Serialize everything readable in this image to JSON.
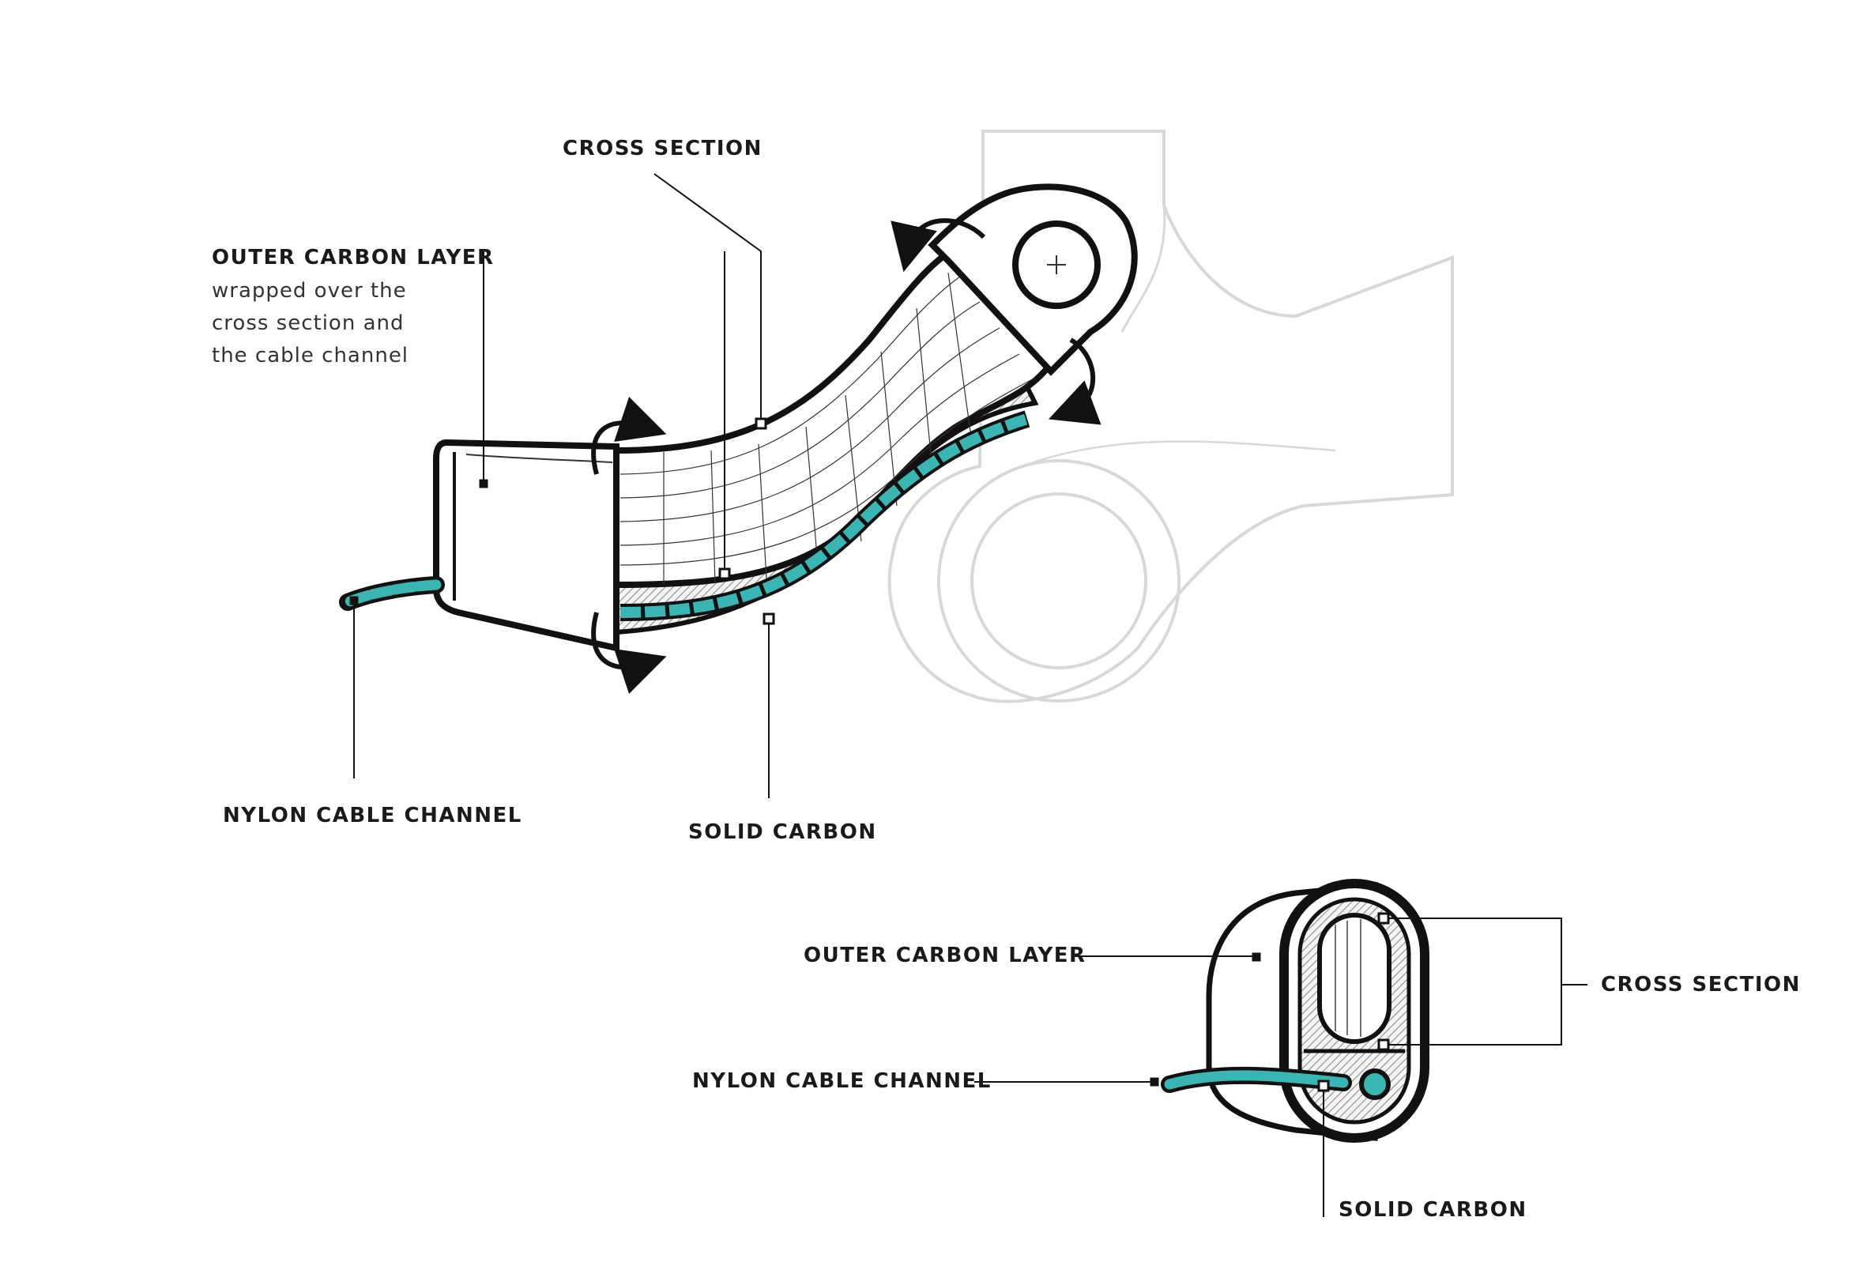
{
  "top_diagram": {
    "cross_section": "CROSS SECTION",
    "outer_carbon_layer": "OUTER CARBON LAYER",
    "outer_carbon_desc": [
      "wrapped over the",
      "cross section and",
      "the cable channel"
    ],
    "nylon_cable_channel": "NYLON CABLE CHANNEL",
    "solid_carbon": "SOLID CARBON"
  },
  "bottom_diagram": {
    "outer_carbon_layer": "OUTER CARBON LAYER",
    "nylon_cable_channel": "NYLON CABLE CHANNEL",
    "cross_section": "CROSS SECTION",
    "solid_carbon": "SOLID CARBON"
  },
  "colors": {
    "ink": "#111111",
    "teal": "#3ab5b3",
    "frame_gray": "#d6d6d6",
    "hatch_gray": "#9a9a9a"
  }
}
